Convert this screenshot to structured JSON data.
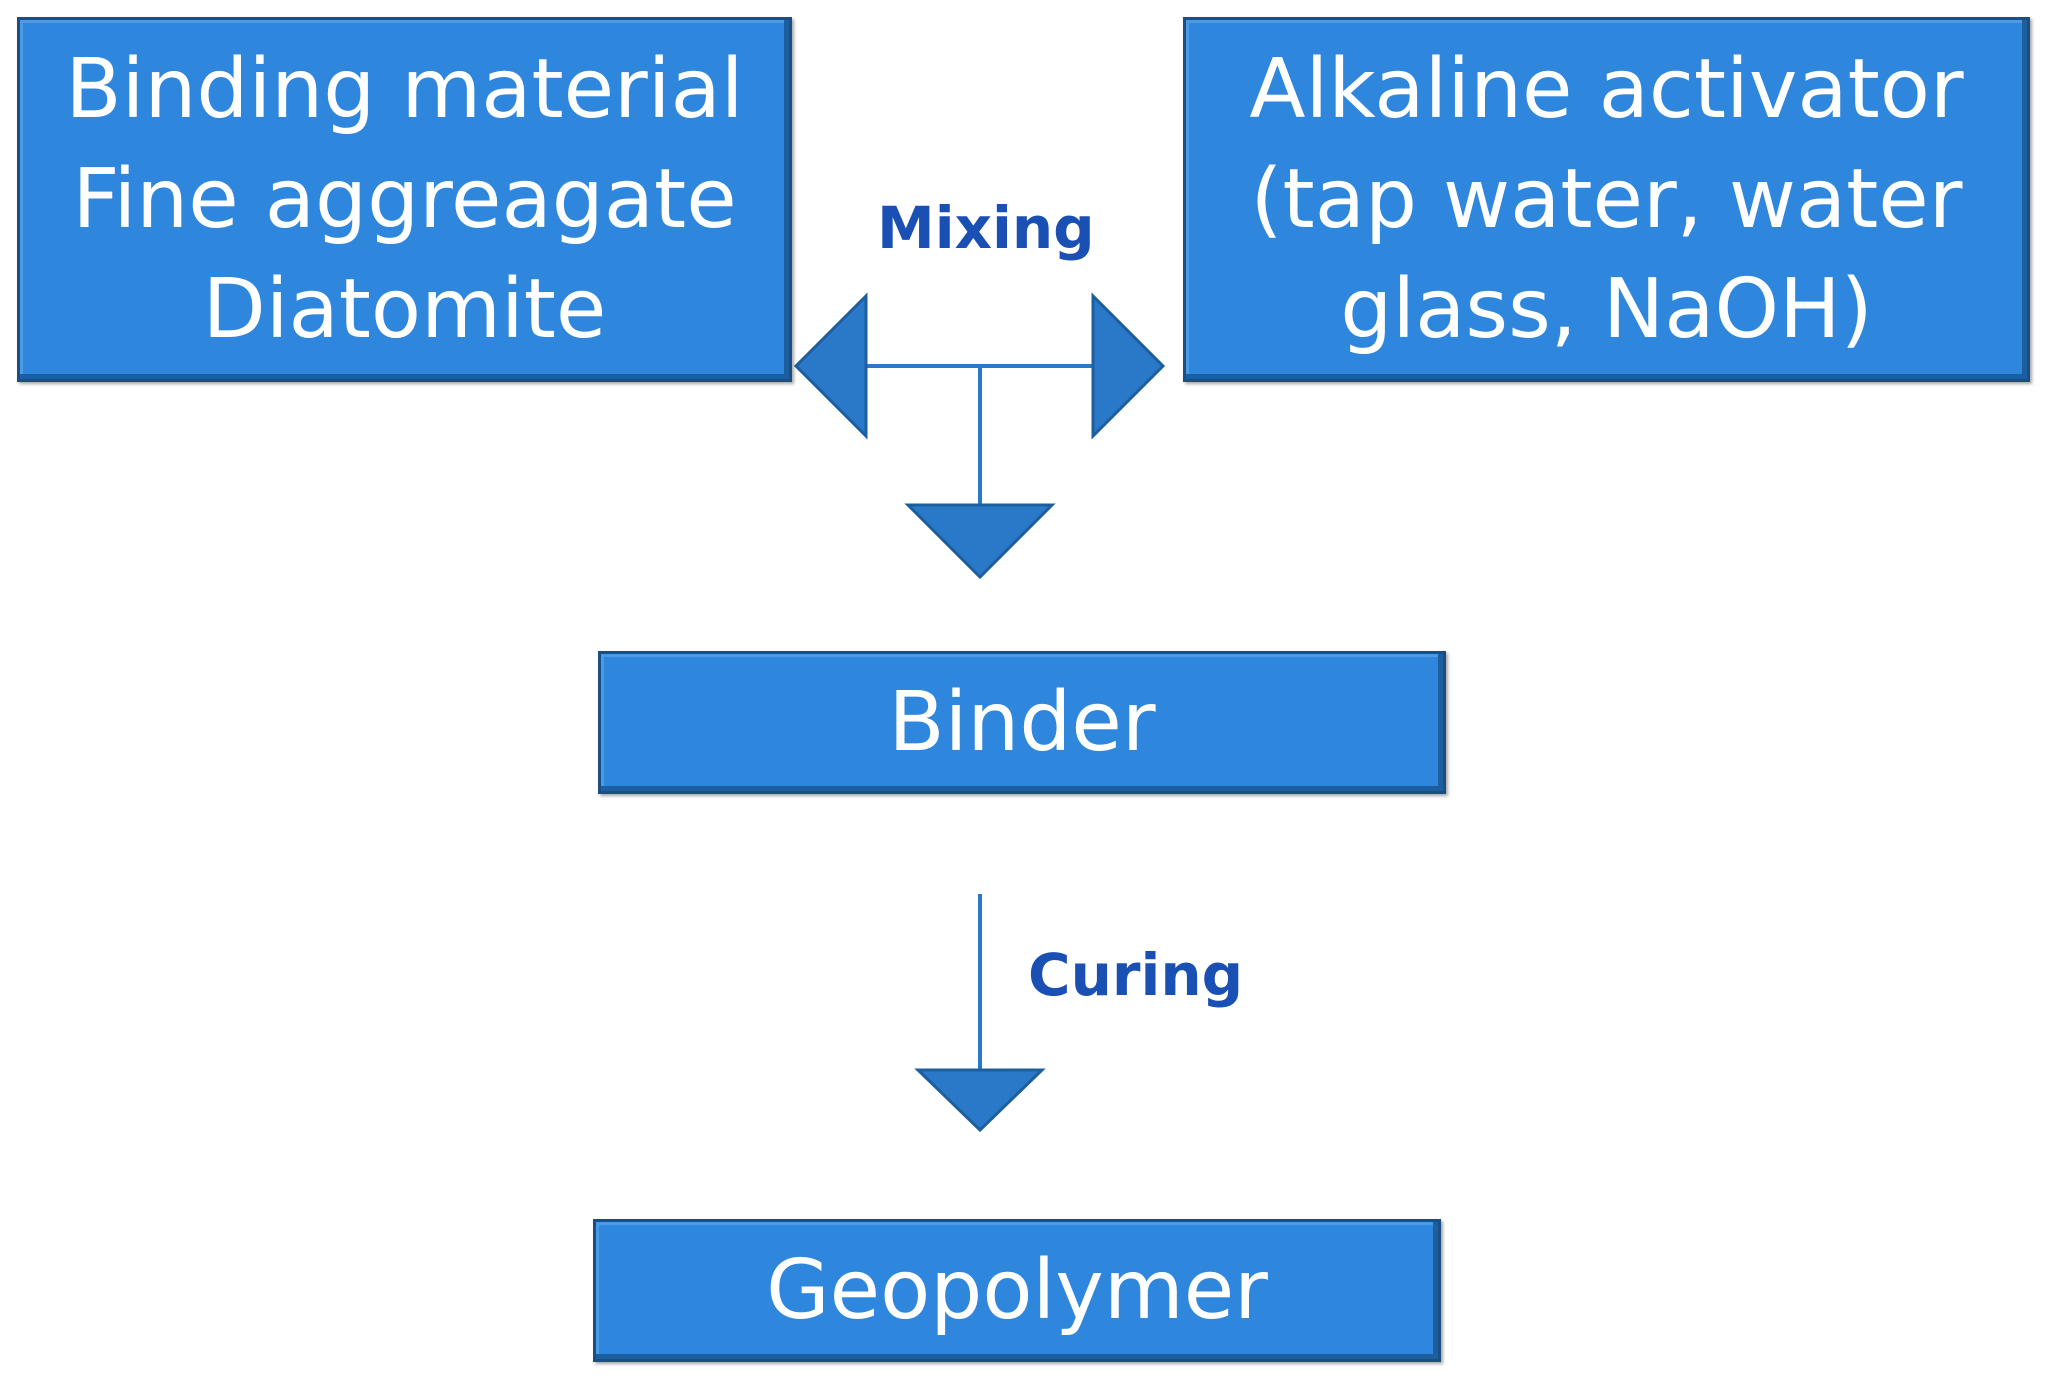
{
  "nodes": {
    "inputs": {
      "lines": [
        "Binding material",
        "Fine aggreagate",
        "Diatomite"
      ]
    },
    "activator": {
      "lines": [
        "Alkaline activator",
        "(tap water, water",
        "glass, NaOH)"
      ]
    },
    "binder": {
      "label": "Binder"
    },
    "geopolymer": {
      "label": "Geopolymer"
    }
  },
  "edges": {
    "mixing": {
      "label": "Mixing"
    },
    "curing": {
      "label": "Curing"
    }
  },
  "colors": {
    "box_fill": "#2f87dd",
    "box_text": "#ffffff",
    "arrow": "#2a78c8",
    "edge_label": "#1a4fb3"
  }
}
